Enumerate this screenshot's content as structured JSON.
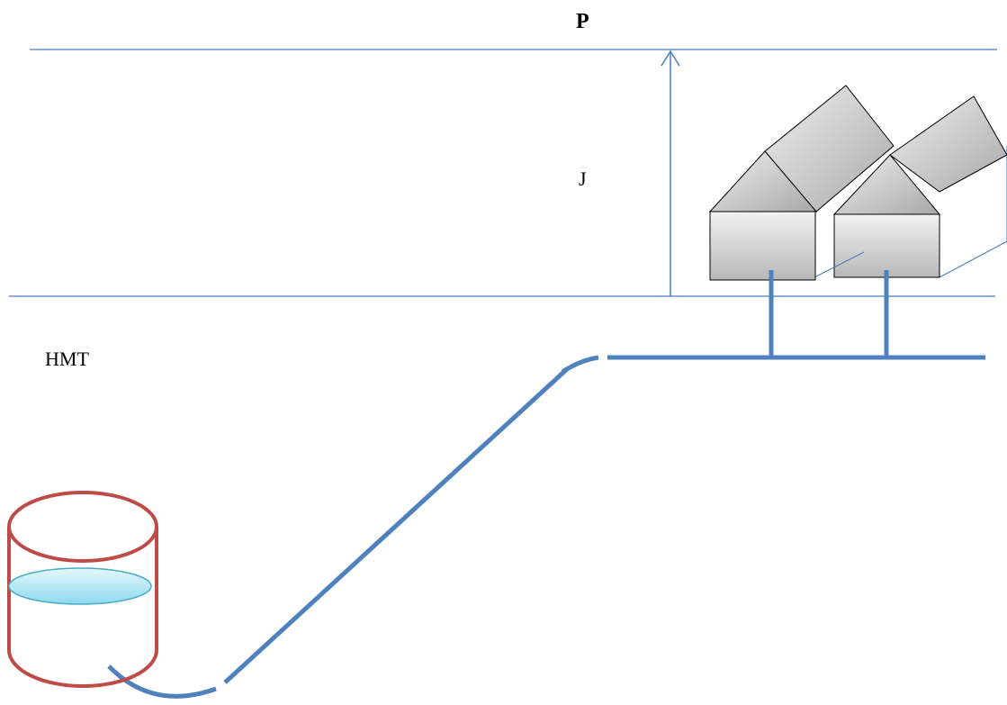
{
  "labels": {
    "top_line": "P",
    "arrow": "J",
    "head": "HMT"
  },
  "colors": {
    "line": "#4a7ebb",
    "pipe": "#4f81bd",
    "tank_outline": "#be4b48",
    "water_fill": "#a6e3f5",
    "water_outline": "#4bacc6",
    "house_fill": "#d9d9d9",
    "house_outline": "#000000"
  },
  "icons": {
    "houses": "house-icon",
    "tank": "water-tank-icon"
  }
}
